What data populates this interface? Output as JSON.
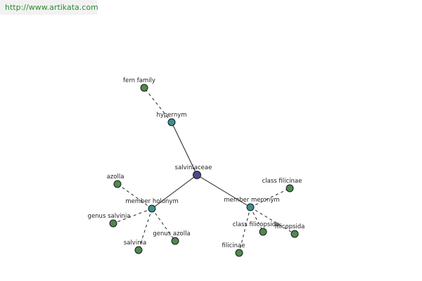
{
  "banner": {
    "url": "http://www.artikata.com"
  },
  "colors": {
    "background": "#ffffff",
    "banner_bg": "#f2f2f2",
    "banner_text": "#2e8b2e",
    "edge": "#222222",
    "node_outline": "#1a1a1a",
    "center_node": "#4a4a8c",
    "relation_node": "#3e8e8e",
    "leaf_node": "#4e8a4e"
  },
  "graph": {
    "nodes": [
      {
        "id": "salviniaceae",
        "label": "salviniaceae",
        "kind": "center"
      },
      {
        "id": "hypernym",
        "label": "hypernym",
        "kind": "relation"
      },
      {
        "id": "member-holonym",
        "label": "member holonym",
        "kind": "relation"
      },
      {
        "id": "member-meronym",
        "label": "member meronym",
        "kind": "relation"
      },
      {
        "id": "fern-family",
        "label": "fern family",
        "kind": "leaf"
      },
      {
        "id": "azolla",
        "label": "azolla",
        "kind": "leaf"
      },
      {
        "id": "genus-salvinia",
        "label": "genus salvinia",
        "kind": "leaf"
      },
      {
        "id": "salvinia",
        "label": "salvinia",
        "kind": "leaf"
      },
      {
        "id": "genus-azolla",
        "label": "genus azolla",
        "kind": "leaf"
      },
      {
        "id": "class-filicinae",
        "label": "class filicinae",
        "kind": "leaf"
      },
      {
        "id": "class-filicopsida",
        "label": "class filicopsida",
        "kind": "leaf"
      },
      {
        "id": "filicopsida",
        "label": "filicopsida",
        "kind": "leaf"
      },
      {
        "id": "filicinae",
        "label": "filicinae",
        "kind": "leaf"
      }
    ],
    "edges": [
      {
        "from": "salviniaceae",
        "to": "hypernym",
        "style": "solid"
      },
      {
        "from": "salviniaceae",
        "to": "member-holonym",
        "style": "solid"
      },
      {
        "from": "salviniaceae",
        "to": "member-meronym",
        "style": "solid"
      },
      {
        "from": "hypernym",
        "to": "fern-family",
        "style": "dashed"
      },
      {
        "from": "member-holonym",
        "to": "azolla",
        "style": "dashed"
      },
      {
        "from": "member-holonym",
        "to": "genus-salvinia",
        "style": "dashed"
      },
      {
        "from": "member-holonym",
        "to": "salvinia",
        "style": "dashed"
      },
      {
        "from": "member-holonym",
        "to": "genus-azolla",
        "style": "dashed"
      },
      {
        "from": "member-meronym",
        "to": "class-filicinae",
        "style": "dashed"
      },
      {
        "from": "member-meronym",
        "to": "class-filicopsida",
        "style": "dashed"
      },
      {
        "from": "member-meronym",
        "to": "filicopsida",
        "style": "dashed"
      },
      {
        "from": "member-meronym",
        "to": "filicinae",
        "style": "dashed"
      }
    ]
  }
}
